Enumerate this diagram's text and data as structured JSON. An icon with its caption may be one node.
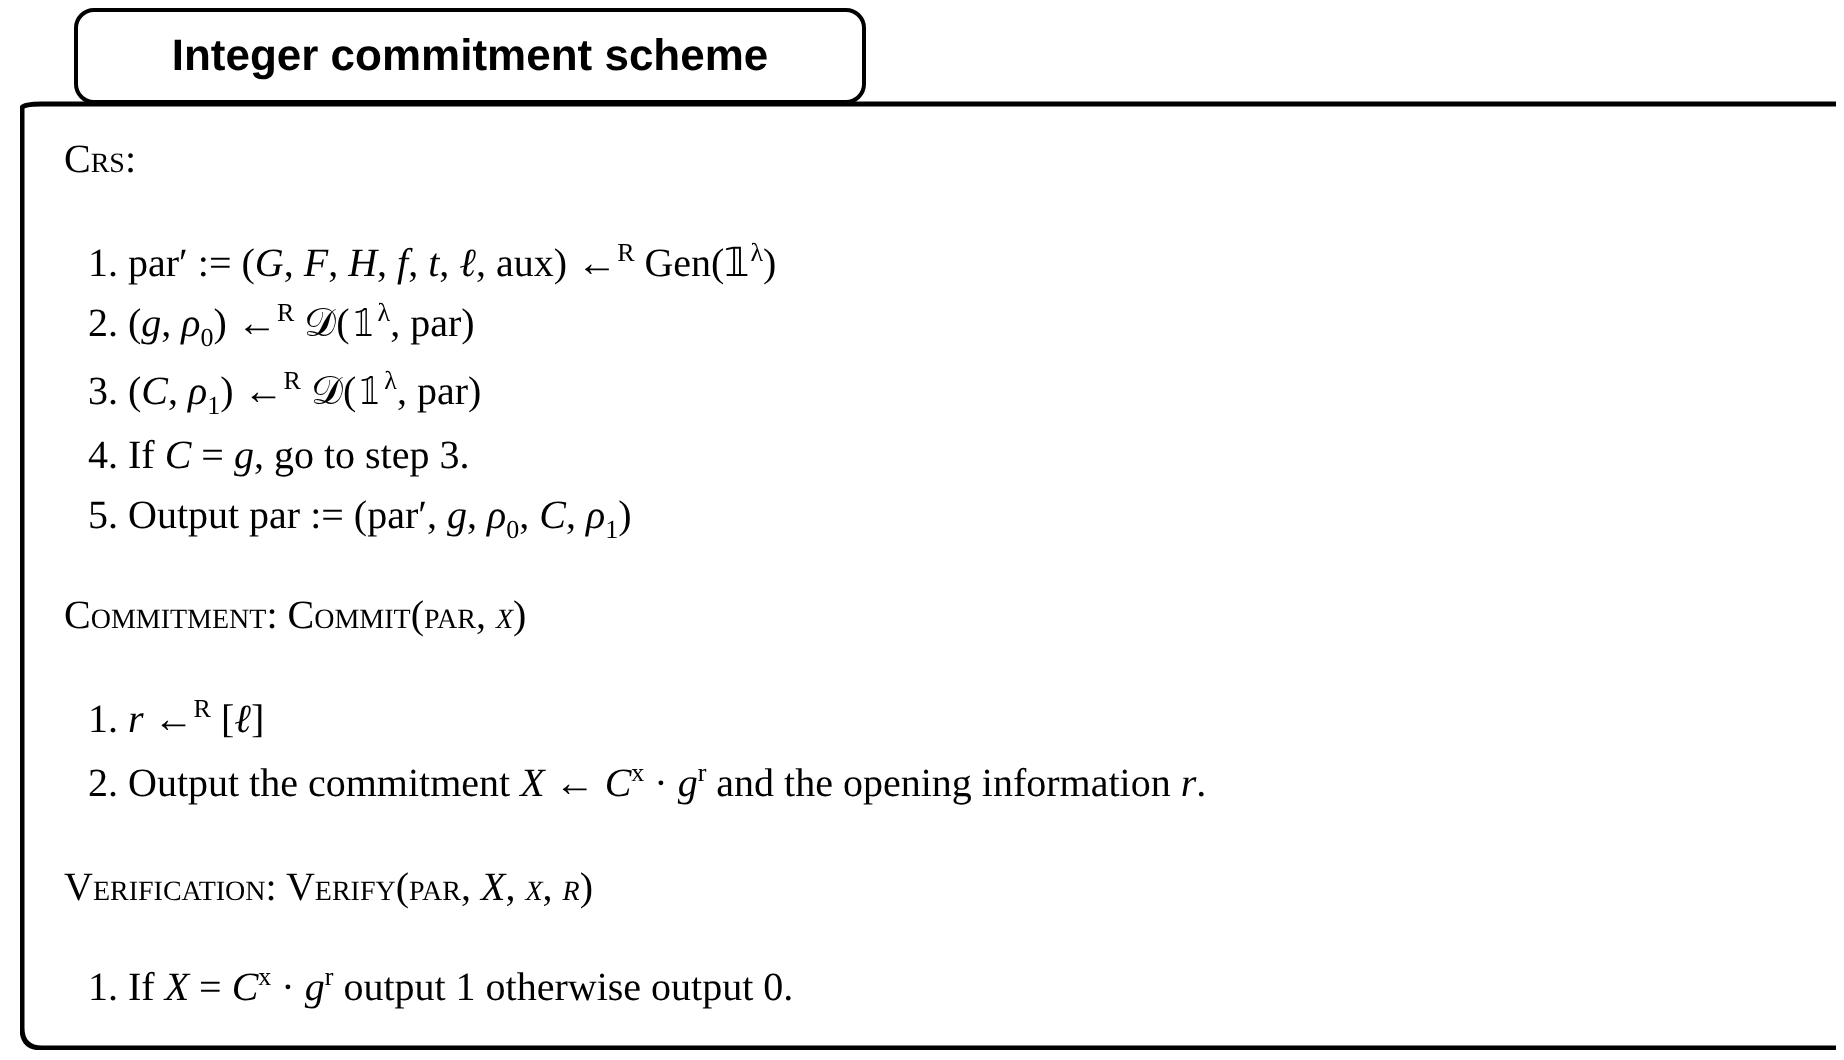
{
  "diagram": {
    "title": "Integer commitment scheme",
    "labels": [
      "Crs:",
      "1. par′ := (*G*, *F*, *H*, *f*, *t*, *ℓ*, aux) ←$^{R}$ Gen(𝟙$^{λ}$)",
      "2. (*g*, *ρ*$_{0}$) ←$^{R}$ 𝒟(𝟙$^{λ}$, par)",
      "3. (*C*, *ρ*$_{1}$) ←$^{R}$ 𝒟(𝟙$^{λ}$, par)",
      "4. If *C* = *g*, go to step 3.",
      "5. Output par := (par′, *g*, *ρ*$_{0}$, *C*, *ρ*$_{1}$)",
      "Commitment: Commit(par, *x*)",
      "1. *r* ←$^{R}$ [*ℓ*]",
      "2. Output the commitment *X* ← *C*$^{x}$ · *g*$^{r}$ and the opening information *r*.",
      "Verification: Verify(par, *X*, *x*, *r*)",
      "1. If *X* = *C*$^{x}$ · *g*$^{r}$ output 1 otherwise output 0."
    ]
  }
}
